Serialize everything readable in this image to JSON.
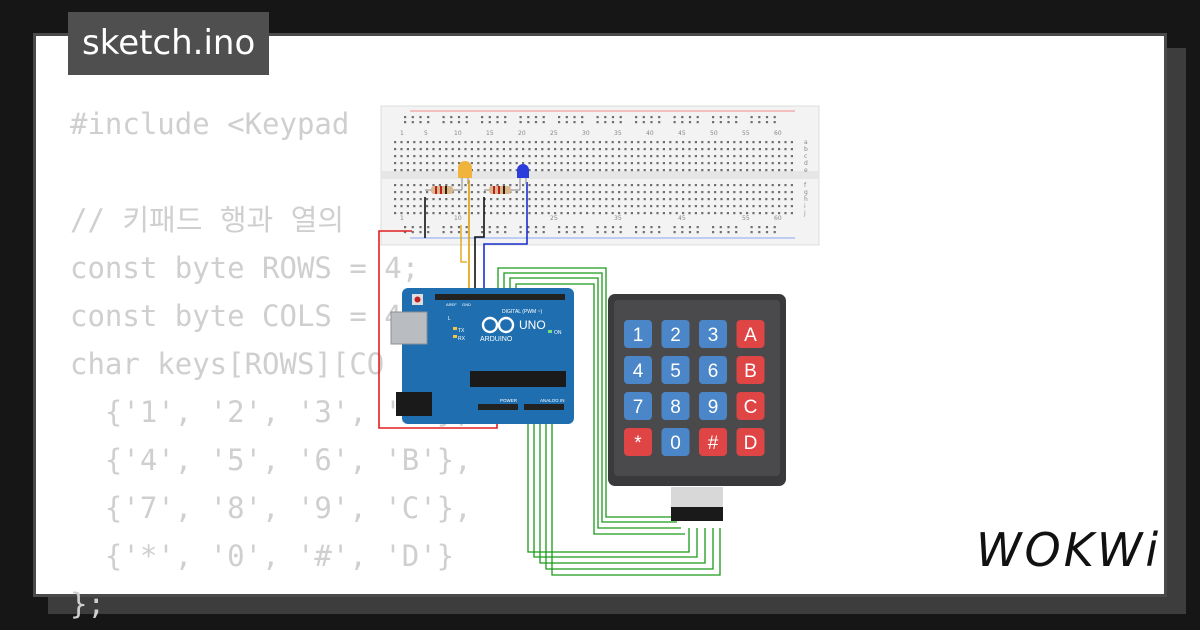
{
  "file_tab": {
    "title": "sketch.ino"
  },
  "code": {
    "lines": [
      "#include <Keypad",
      "",
      "// 키패드 행과 열의",
      "const byte ROWS = 4;",
      "const byte COLS = 4",
      "char keys[ROWS][CO",
      "  {'1', '2', '3', 'A'},",
      "  {'4', '5', '6', 'B'},",
      "  {'7', '8', '9', 'C'},",
      "  {'*', '0', '#', 'D'}",
      "};"
    ]
  },
  "breadboard": {
    "column_numbers": [
      "1",
      "5",
      "10",
      "15",
      "20",
      "25",
      "30",
      "35",
      "40",
      "45",
      "50",
      "55",
      "60"
    ],
    "row_letters_top": [
      "a",
      "b",
      "c",
      "d",
      "e"
    ],
    "row_letters_bottom": [
      "f",
      "g",
      "h",
      "i",
      "j"
    ]
  },
  "leds": [
    {
      "name": "yellow-led",
      "color": "#f0b43c"
    },
    {
      "name": "blue-led",
      "color": "#2b3bdc"
    }
  ],
  "arduino": {
    "board_color": "#1f6fb0",
    "model": "UNO",
    "brand": "ARDUINO",
    "header_digital": "DIGITAL (PWM ~)",
    "header_power": "POWER",
    "header_analog": "ANALOG IN",
    "tx_label": "TX",
    "rx_label": "RX",
    "on_label": "ON",
    "aref_label": "AREF",
    "gnd_label": "GND",
    "l_label": "L"
  },
  "keypad": {
    "keys": [
      [
        "1",
        "2",
        "3",
        "A"
      ],
      [
        "4",
        "5",
        "6",
        "B"
      ],
      [
        "7",
        "8",
        "9",
        "C"
      ],
      [
        "*",
        "0",
        "#",
        "D"
      ]
    ],
    "number_key_color": "#4a86c8",
    "letter_key_color": "#e04545",
    "frame_color": "#3a3a3c"
  },
  "wires": {
    "red": "#e02020",
    "black": "#111111",
    "orange": "#e0a000",
    "blue": "#1a2fd0",
    "green": "#1a9a1a"
  },
  "brand_logo": {
    "text": "WOKWi"
  }
}
